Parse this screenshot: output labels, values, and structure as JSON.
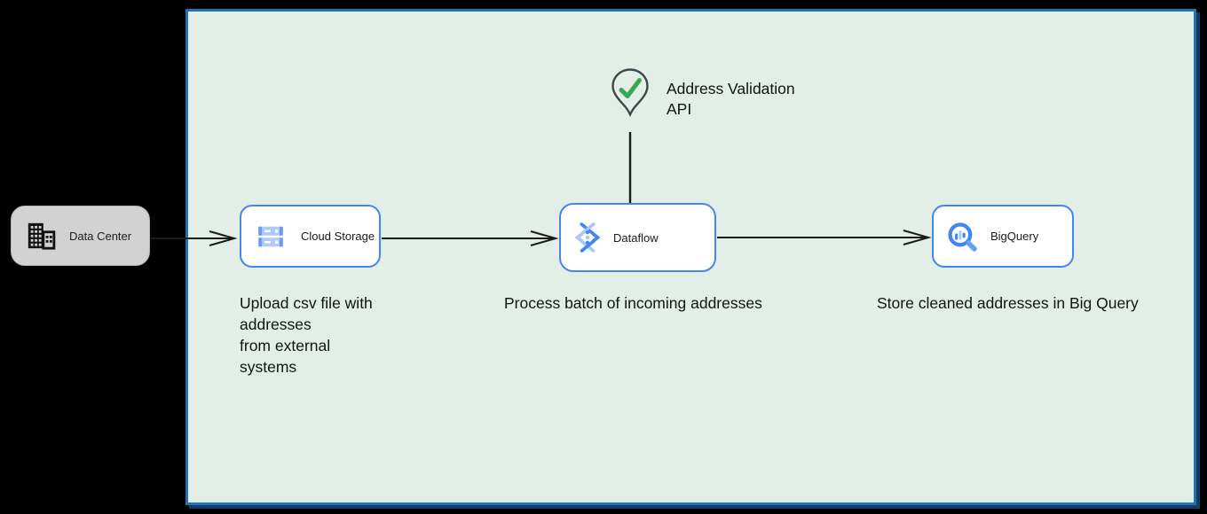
{
  "colors": {
    "canvas_bg": "#000000",
    "panel_bg": "#e3efe6",
    "panel_border": "#2272b9",
    "node_border": "#4285f4",
    "node_bg": "#ffffff",
    "data_center_bg": "#d2d2d2",
    "arrow": "#1a1a1a",
    "check_green": "#34a853",
    "pin_outline": "#41474d",
    "icon_blue_dark": "#4285f4",
    "icon_blue_mid": "#669df6",
    "icon_blue_light": "#aecbfa"
  },
  "nodes": {
    "data_center": {
      "label": "Data Center",
      "icon": "building-icon"
    },
    "cloud_storage": {
      "label": "Cloud Storage",
      "icon": "cloud-storage-icon"
    },
    "dataflow": {
      "label": "Dataflow",
      "icon": "dataflow-icon"
    },
    "bigquery": {
      "label": "BigQuery",
      "icon": "bigquery-icon"
    },
    "address_validation": {
      "lines": [
        "Address Validation",
        "API"
      ],
      "icon": "map-pin-check-icon"
    }
  },
  "captions": {
    "upload": {
      "lines": [
        "Upload csv file with",
        "addresses",
        "from external",
        "systems"
      ]
    },
    "process": "Process batch of incoming addresses",
    "store": "Store cleaned addresses in Big Query"
  }
}
